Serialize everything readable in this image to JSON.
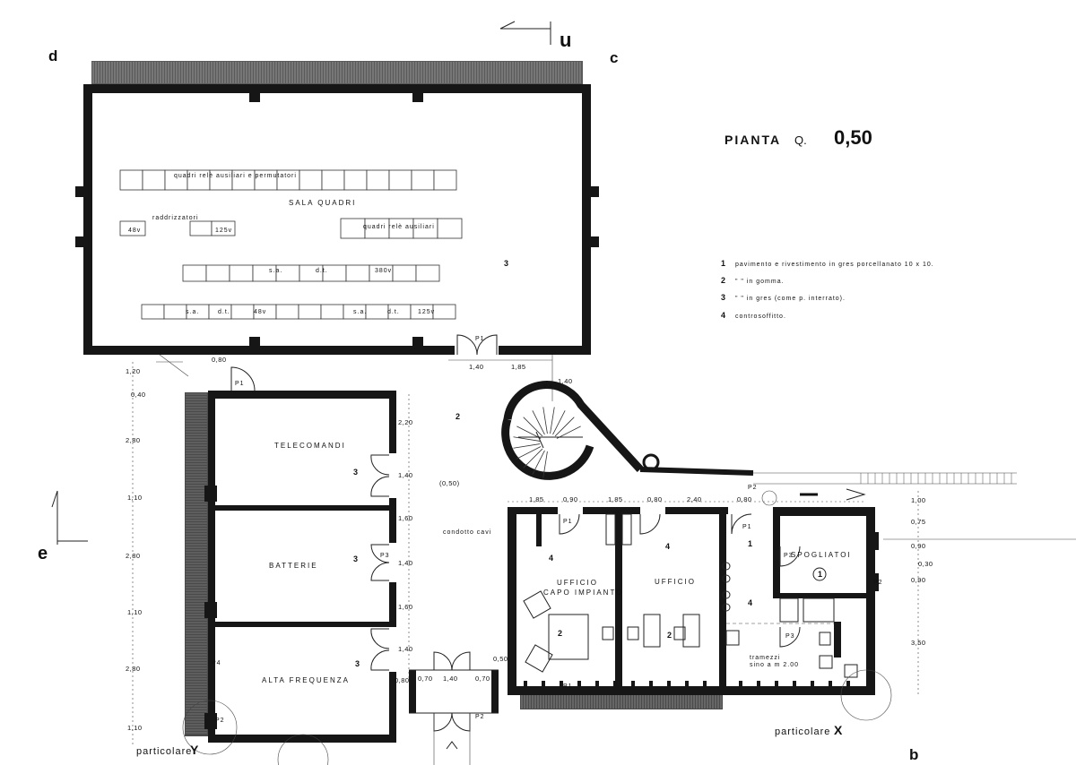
{
  "title": {
    "label": "PIANTA",
    "q": "Q.",
    "level": "0,50"
  },
  "corners": {
    "u": "u",
    "d": "d",
    "c": "c",
    "e": "e",
    "b": "b"
  },
  "legend": [
    {
      "n": "1",
      "text": "pavimento e rivestimento in gres porcellanato 10 x 10."
    },
    {
      "n": "2",
      "text": "\"     \"     in gomma."
    },
    {
      "n": "3",
      "text": "\"     \"     in gres (come p. interrato)."
    },
    {
      "n": "4",
      "text": "controsoffitto."
    }
  ],
  "rooms": {
    "sala_quadri": "SALA QUADRI",
    "quadri_perm": "quadri  relè  ausiliari   e   permutatori",
    "raddrizzatori": "raddrizzatori",
    "v48": "48v",
    "v125": "125v",
    "quadri_aus": "quadri relè ausiliari",
    "row1": [
      "s.a.",
      "d.t.",
      "380v"
    ],
    "row2": [
      "s.a.",
      "d.t.",
      "48v",
      "s.a.",
      "d.t.",
      "125v"
    ],
    "telecomandi": "TELECOMANDI",
    "batterie": "BATTERIE",
    "alta_frequenza": "ALTA  FREQUENZA",
    "ufficio_capo_1": "UFFICIO",
    "ufficio_capo_2": "CAPO IMPIANTO",
    "ufficio": "UFFICIO",
    "spogliatoi": "SPOGLIATOI",
    "tramezzi_1": "tramezzi",
    "tramezzi_2": "sino a m 2.00",
    "condotto": "condotto cavi",
    "level_mark": "(0,50)"
  },
  "floor_numbers": {
    "n3_sala": "3",
    "n2_yard": "2",
    "n3_tel": "3",
    "n3_bat": "3",
    "n3_alta": "3",
    "n4_a": "4",
    "n4_b": "4",
    "n4_c": "4",
    "n2_a": "2",
    "n2_b": "2",
    "n1_a": "1",
    "n1_b": "1"
  },
  "dimensions": {
    "left_col": [
      "1,20",
      "0,40",
      "2,80",
      "1,10",
      "2,80",
      "1,10",
      "2,80",
      "1,10"
    ],
    "mid_col": [
      "2,20",
      "1,40",
      "1,60",
      "1,40",
      "1,60",
      "1,40"
    ],
    "right_col": [
      "1,00",
      "0,75",
      "0,90",
      "0,30",
      "0,90",
      "3,50"
    ],
    "top_row": [
      "1,85",
      "0,90",
      "1,85",
      "0,80",
      "2,40",
      "0,80"
    ],
    "d080": "0,80",
    "d140a": "1,40",
    "d185": "1,85",
    "d140b": "1,40",
    "bottom": [
      "0,80",
      "0,70",
      "1,40",
      "0,70"
    ],
    "d050": "0,50"
  },
  "doors": {
    "p1": "P1",
    "p2": "P2",
    "p3": "P3",
    "p4": "P4"
  },
  "details": {
    "x_label": "particolare",
    "x_letter": "X",
    "y_label": "particolare",
    "y_letter": "Y"
  }
}
